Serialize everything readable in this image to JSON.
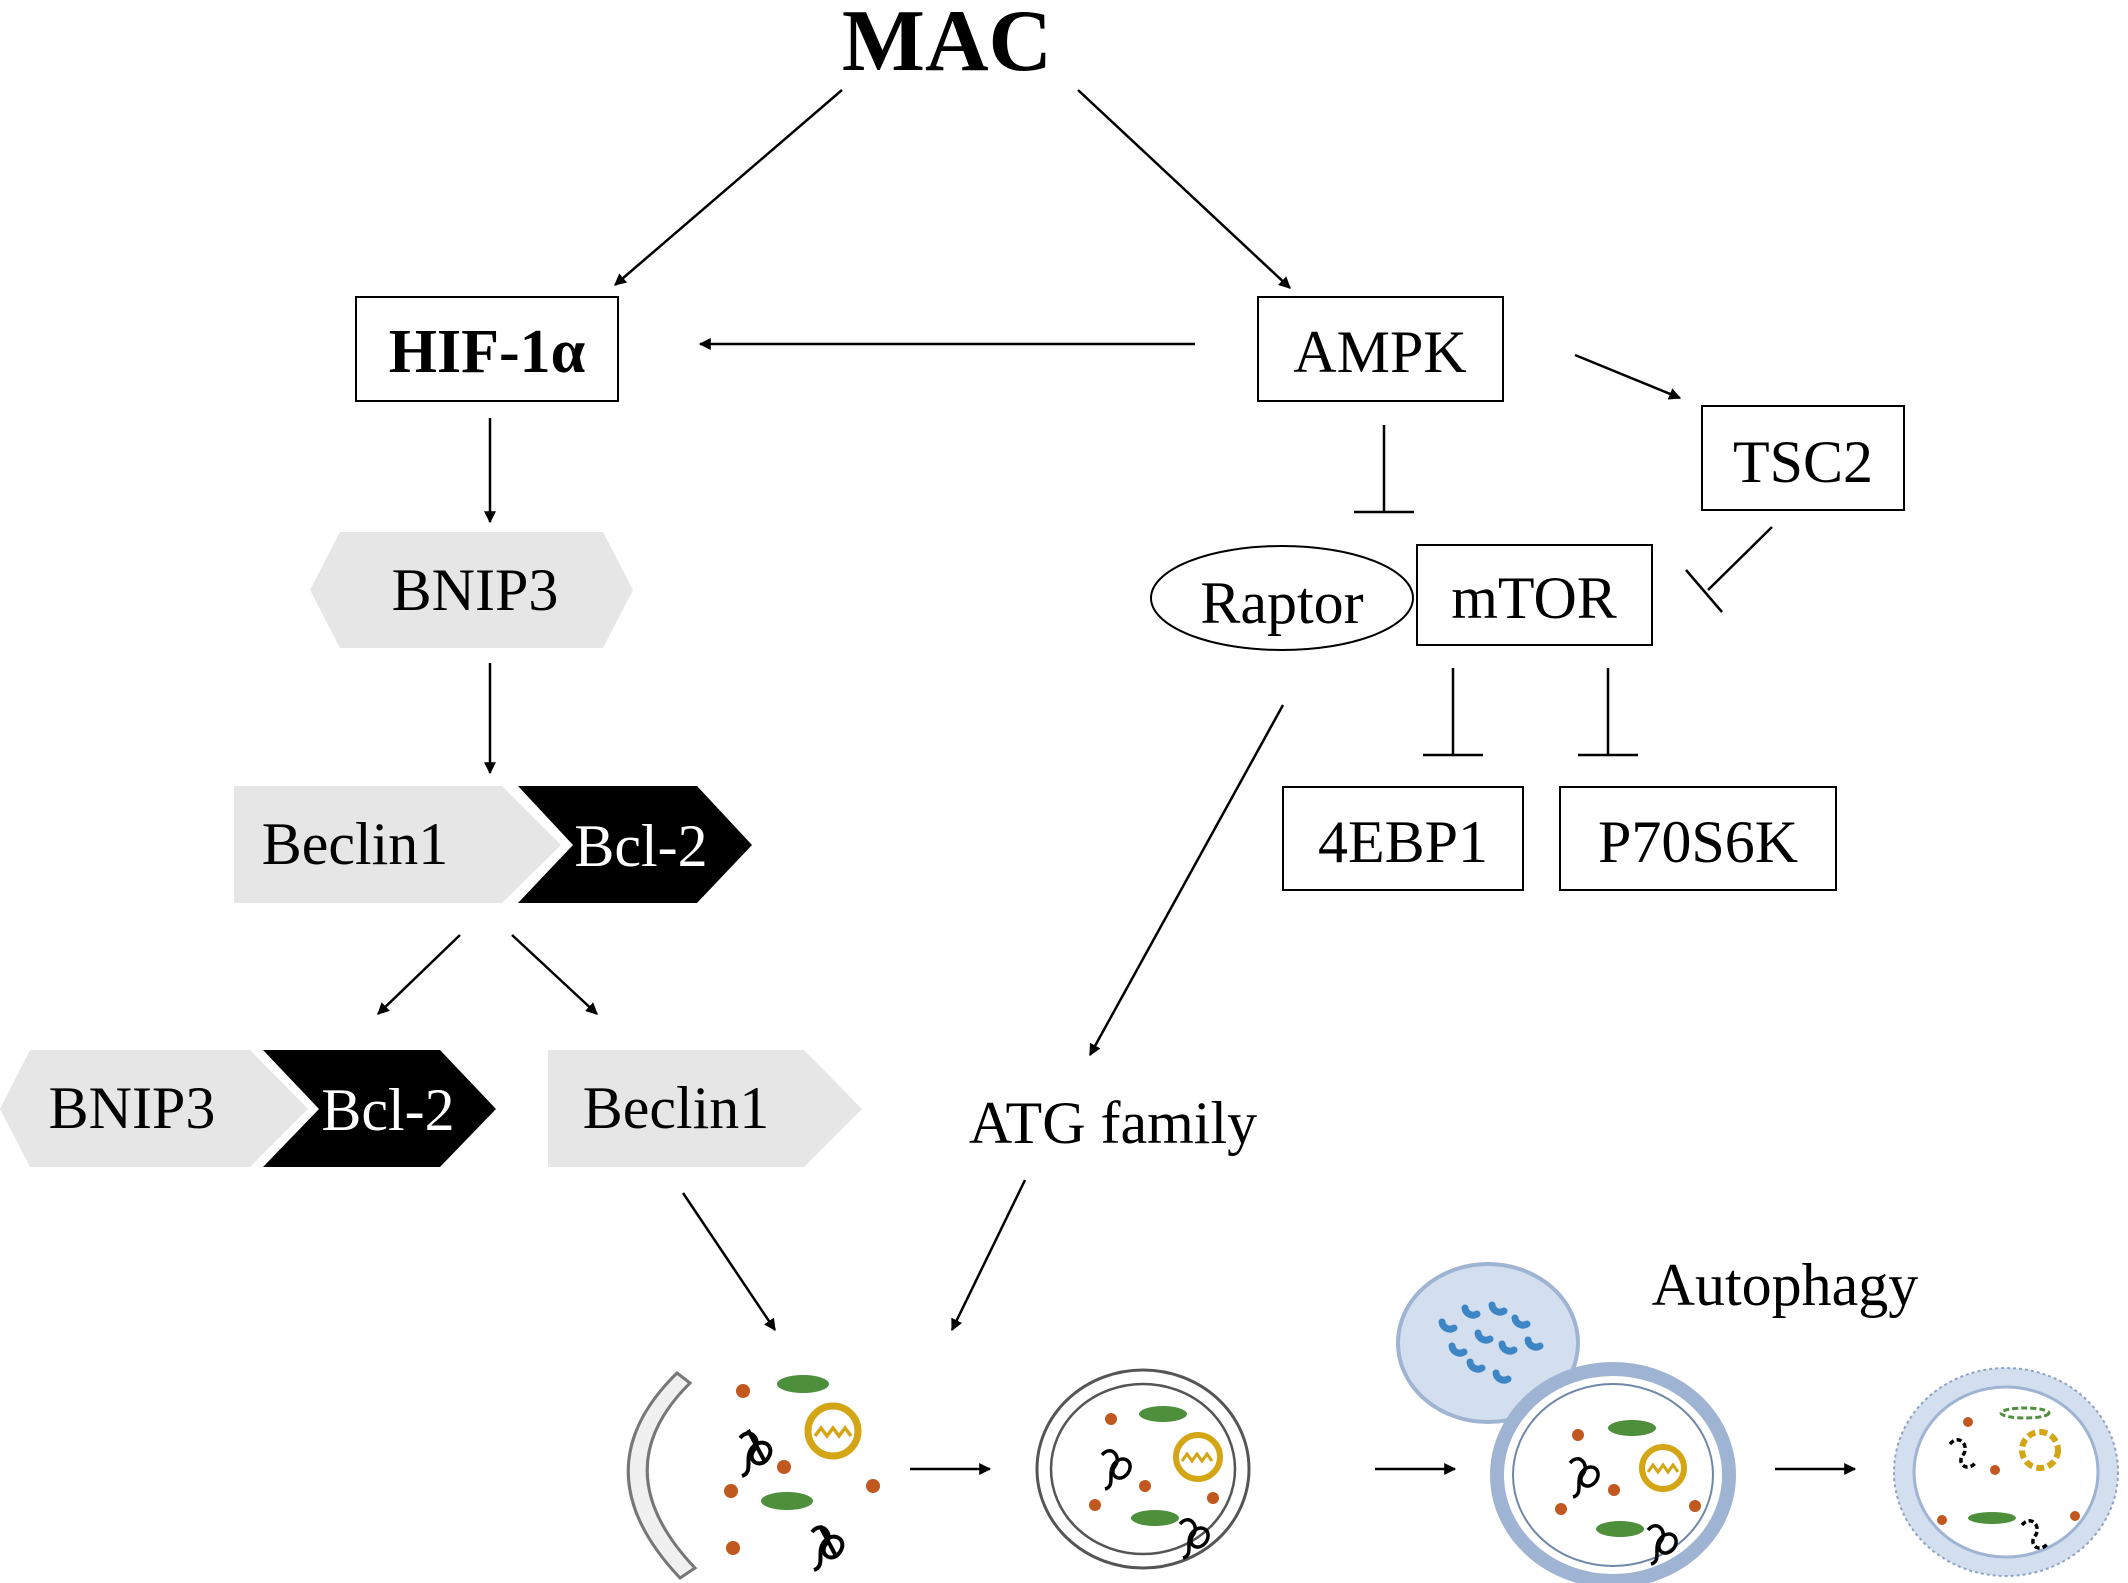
{
  "title": "MAC",
  "nodes": {
    "hif": "HIF-1α",
    "ampk": "AMPK",
    "tsc2": "TSC2",
    "raptor": "Raptor",
    "mtor": "mTOR",
    "bnip3_top": "BNIP3",
    "beclin1_top": "Beclin1",
    "bcl2_top": "Bcl-2",
    "bnip3_bottom": "BNIP3",
    "bcl2_bottom": "Bcl-2",
    "beclin1_bottom": "Beclin1",
    "ebp1": "4EBP1",
    "p70": "P70S6K",
    "atg": "ATG family",
    "autophagy": "Autophagy"
  },
  "colors": {
    "line": "#000000",
    "light_chevron": "#e6e6e6",
    "dark_chevron": "#000000",
    "membrane_gray": "#9a9a9a",
    "membrane_blue": "#9fb4d2",
    "lysosome_fill": "#d3deef",
    "enzyme_blue": "#3d86c6",
    "dot_orange": "#c0581f",
    "green_organelle": "#4e8f3b",
    "mito_yellow": "#d4a514"
  }
}
